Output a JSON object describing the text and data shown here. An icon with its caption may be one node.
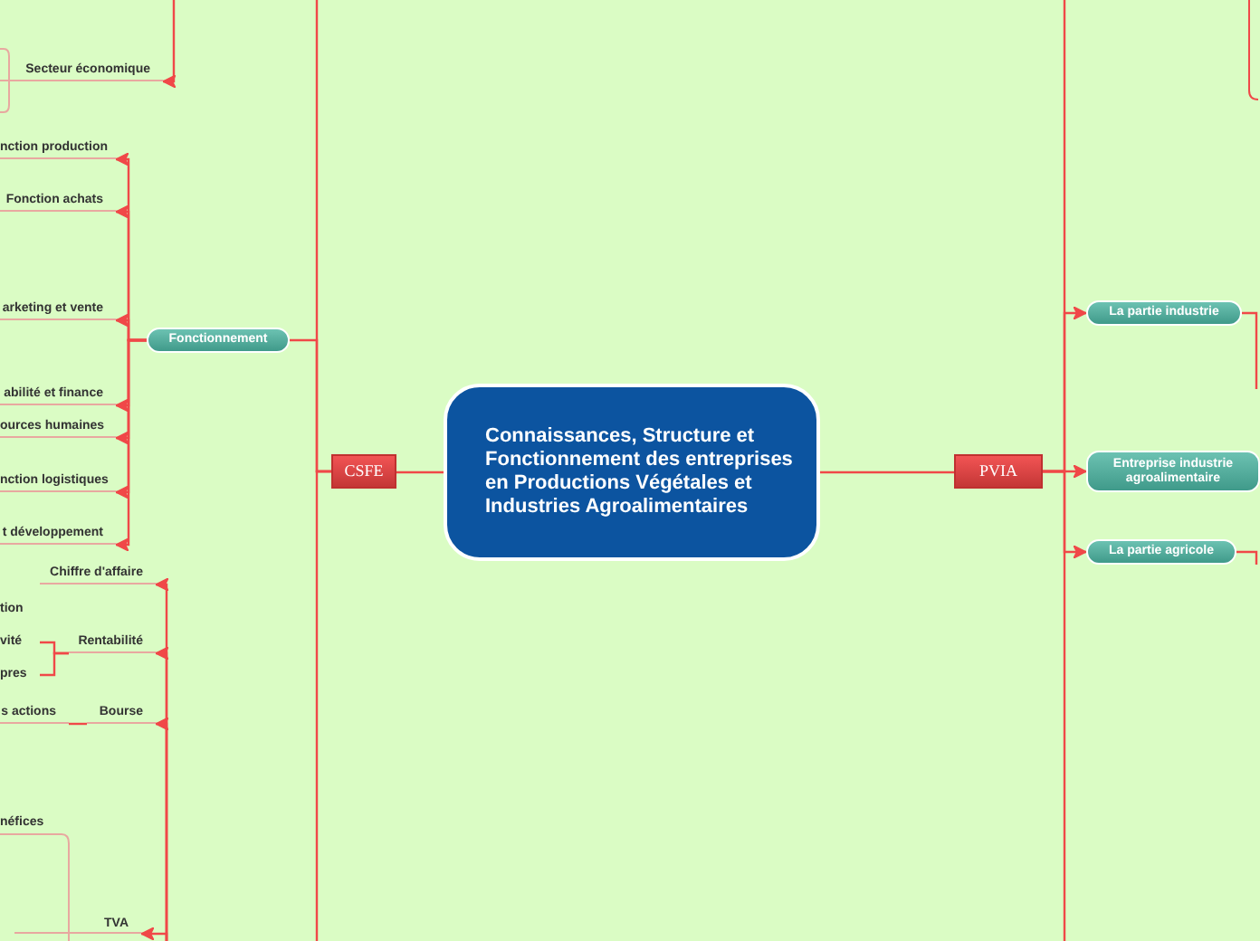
{
  "diagram": {
    "nodes": [
      {
        "text": [
          "Connaissances, Structure et Fonctionnement des entreprises en Productions Végétales et Industries Agroalimentaires"
        ]
      },
      {
        "text": [
          "CSFE"
        ]
      },
      {
        "text": [
          "PVIA"
        ]
      },
      {
        "text": [
          "Fonctionnement"
        ]
      },
      {
        "text": [
          "La partie industrie"
        ]
      },
      {
        "text": [
          "Entreprise industrie agroalimentaire"
        ]
      },
      {
        "text": [
          "La partie agricole"
        ]
      },
      {
        "text": [
          "Secteur économique"
        ]
      },
      {
        "text": [
          "nction production"
        ]
      },
      {
        "text": [
          "Fonction achats"
        ]
      },
      {
        "text": [
          "arketing et vente"
        ]
      },
      {
        "text": [
          "abilité et finance"
        ]
      },
      {
        "text": [
          "ources humaines"
        ]
      },
      {
        "text": [
          "nction logistiques"
        ]
      },
      {
        "text": [
          "t développement"
        ]
      },
      {
        "text": [
          "Chiffre d'affaire"
        ]
      },
      {
        "text": [
          "Rentabilité"
        ]
      },
      {
        "text": [
          "Bourse"
        ]
      },
      {
        "text": [
          "TVA"
        ]
      },
      {
        "text": [
          "vité"
        ]
      },
      {
        "text": [
          "pres"
        ]
      },
      {
        "text": [
          "s actions"
        ]
      }
    ],
    "edges": [
      {
        "from": 0,
        "to": 1,
        "arrow": "none"
      },
      {
        "from": 0,
        "to": 2,
        "arrow": "none"
      },
      {
        "from": 1,
        "to": 3,
        "arrow": "none"
      },
      {
        "from": 1,
        "to": null,
        "arrow": "none"
      },
      {
        "from": 1,
        "to": null,
        "arrow": "none"
      },
      {
        "from": 2,
        "to": 4,
        "arrow": "to"
      },
      {
        "from": 2,
        "to": 5,
        "arrow": "to"
      },
      {
        "from": 2,
        "to": 6,
        "arrow": "to"
      },
      {
        "from": 2,
        "to": null,
        "arrow": "none"
      },
      {
        "from": 2,
        "to": null,
        "arrow": "none"
      },
      {
        "from": 3,
        "to": 8,
        "arrow": "to"
      },
      {
        "from": 3,
        "to": 9,
        "arrow": "to"
      },
      {
        "from": 3,
        "to": 10,
        "arrow": "to"
      },
      {
        "from": 3,
        "to": 11,
        "arrow": "to"
      },
      {
        "from": 3,
        "to": 12,
        "arrow": "to"
      },
      {
        "from": 3,
        "to": 13,
        "arrow": "to"
      },
      {
        "from": 3,
        "to": 14,
        "arrow": "to"
      },
      {
        "from": null,
        "to": 7,
        "arrow": "to"
      },
      {
        "from": null,
        "to": 15,
        "arrow": "to"
      },
      {
        "from": null,
        "to": 16,
        "arrow": "to"
      },
      {
        "from": null,
        "to": 17,
        "arrow": "to"
      },
      {
        "from": null,
        "to": 18,
        "arrow": "to"
      },
      {
        "from": 16,
        "to": 19,
        "arrow": "none"
      },
      {
        "from": 16,
        "to": 20,
        "arrow": "none"
      },
      {
        "from": 17,
        "to": 21,
        "arrow": "none"
      },
      {
        "from": 4,
        "to": null,
        "arrow": "none"
      },
      {
        "from": 6,
        "to": null,
        "arrow": "none"
      }
    ],
    "labels": [
      "tion",
      "néfices"
    ]
  }
}
